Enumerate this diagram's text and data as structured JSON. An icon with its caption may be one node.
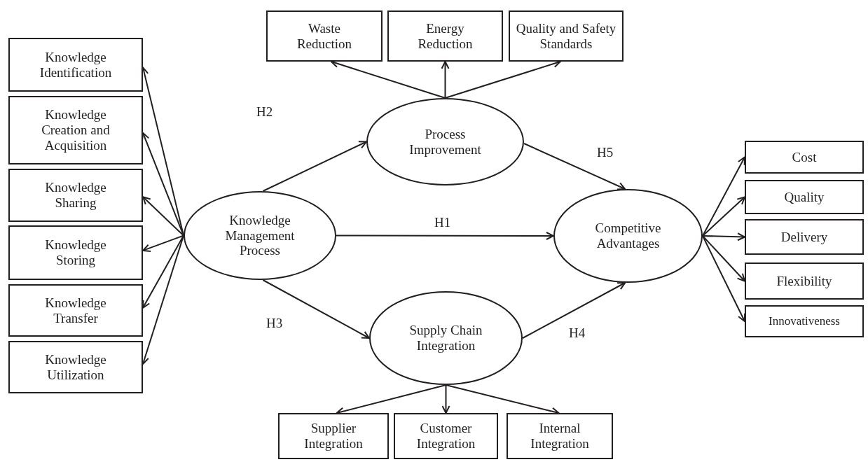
{
  "diagram": {
    "nodes": [
      {
        "text": [
          "Waste Reduction"
        ]
      },
      {
        "text": [
          "Energy Reduction"
        ]
      },
      {
        "text": [
          "Quality and Safety Standards"
        ]
      },
      {
        "text": [
          "Knowledge Identification"
        ]
      },
      {
        "text": [
          "Knowledge Creation and Acquisition"
        ]
      },
      {
        "text": [
          "Knowledge Sharing"
        ]
      },
      {
        "text": [
          "Knowledge Storing"
        ]
      },
      {
        "text": [
          "Knowledge Transfer"
        ]
      },
      {
        "text": [
          "Knowledge Utilization"
        ]
      },
      {
        "text": [
          "Process Improvement"
        ]
      },
      {
        "text": [
          "Knowledge Management Process"
        ]
      },
      {
        "text": [
          "Competitive Advantages"
        ]
      },
      {
        "text": [
          "Supply Chain Integration"
        ]
      },
      {
        "text": [
          "Cost"
        ]
      },
      {
        "text": [
          "Quality"
        ]
      },
      {
        "text": [
          "Delivery"
        ]
      },
      {
        "text": [
          "Flexibility"
        ]
      },
      {
        "text": [
          "Innovativeness"
        ]
      },
      {
        "text": [
          "Supplier Integration"
        ]
      },
      {
        "text": [
          "Customer Integration"
        ]
      },
      {
        "text": [
          "Internal Integration"
        ]
      }
    ],
    "edges": [
      {
        "from": 10,
        "to": 3,
        "arrow": "to"
      },
      {
        "from": 10,
        "to": 4,
        "arrow": "to"
      },
      {
        "from": 10,
        "to": 5,
        "arrow": "to"
      },
      {
        "from": 10,
        "to": 6,
        "arrow": "to"
      },
      {
        "from": 10,
        "to": 7,
        "arrow": "to"
      },
      {
        "from": 10,
        "to": 8,
        "arrow": "to"
      },
      {
        "from": 9,
        "to": 0,
        "arrow": "to"
      },
      {
        "from": 9,
        "to": 1,
        "arrow": "to"
      },
      {
        "from": 9,
        "to": 2,
        "arrow": "to"
      },
      {
        "from": 12,
        "to": 18,
        "arrow": "to"
      },
      {
        "from": 12,
        "to": 19,
        "arrow": "to"
      },
      {
        "from": 12,
        "to": 20,
        "arrow": "to"
      },
      {
        "from": 11,
        "to": 13,
        "arrow": "to"
      },
      {
        "from": 11,
        "to": 14,
        "arrow": "to"
      },
      {
        "from": 11,
        "to": 15,
        "arrow": "to"
      },
      {
        "from": 11,
        "to": 16,
        "arrow": "to"
      },
      {
        "from": 11,
        "to": 17,
        "arrow": "to"
      },
      {
        "from": 10,
        "to": 9,
        "arrow": "to",
        "label": "H2"
      },
      {
        "from": 10,
        "to": 11,
        "arrow": "to",
        "label": "H1"
      },
      {
        "from": 10,
        "to": 12,
        "arrow": "to",
        "label": "H3"
      },
      {
        "from": 9,
        "to": 11,
        "arrow": "to",
        "label": "H5"
      },
      {
        "from": 12,
        "to": 11,
        "arrow": "to",
        "label": "H4"
      }
    ]
  }
}
